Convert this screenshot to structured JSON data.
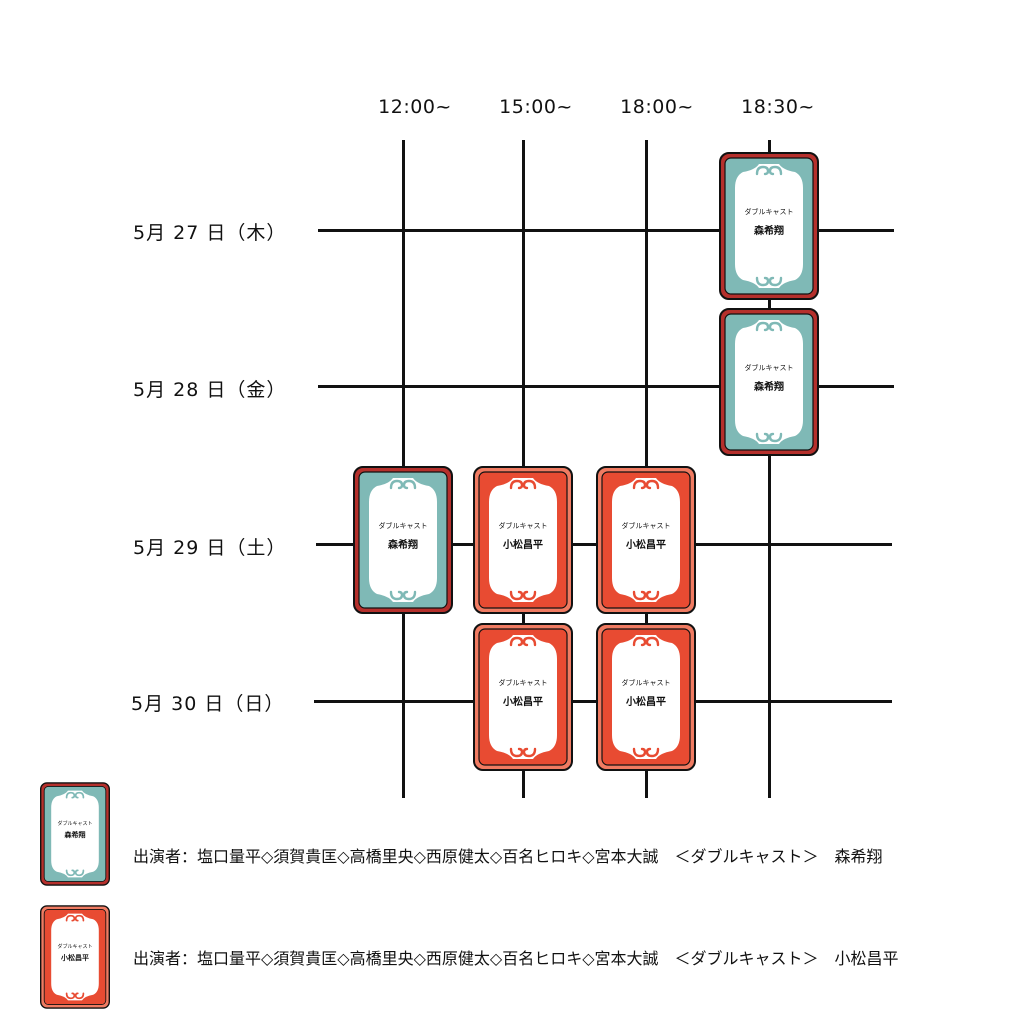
{
  "times": [
    "12:00~",
    "15:00~",
    "18:00~",
    "18:30~"
  ],
  "dates": [
    "5月 27 日（木）",
    "5月 28 日（金）",
    "5月 29 日（土）",
    "5月 30 日（日）"
  ],
  "cast_label": "ダブルキャスト",
  "actors": {
    "teal": "森希翔",
    "red": "小松昌平"
  },
  "colors": {
    "teal": {
      "outer": "#b5302c",
      "inner": "#7fb9b6"
    },
    "red": {
      "outer": "#f07b62",
      "inner": "#e84b32"
    }
  },
  "legend": [
    {
      "variant": "teal",
      "text": "出演者：塩口量平◇須賀貴匡◇高橋里央◇西原健太◇百名ヒロキ◇宮本大誠　＜ダブルキャスト＞　森希翔"
    },
    {
      "variant": "red",
      "text": "出演者：塩口量平◇須賀貴匡◇高橋里央◇西原健太◇百名ヒロキ◇宮本大誠　＜ダブルキャスト＞　小松昌平"
    }
  ],
  "schedule": [
    {
      "date": 0,
      "time": 3,
      "variant": "teal"
    },
    {
      "date": 1,
      "time": 3,
      "variant": "teal"
    },
    {
      "date": 2,
      "time": 0,
      "variant": "teal"
    },
    {
      "date": 2,
      "time": 1,
      "variant": "red"
    },
    {
      "date": 2,
      "time": 2,
      "variant": "red"
    },
    {
      "date": 3,
      "time": 1,
      "variant": "red"
    },
    {
      "date": 3,
      "time": 2,
      "variant": "red"
    }
  ]
}
